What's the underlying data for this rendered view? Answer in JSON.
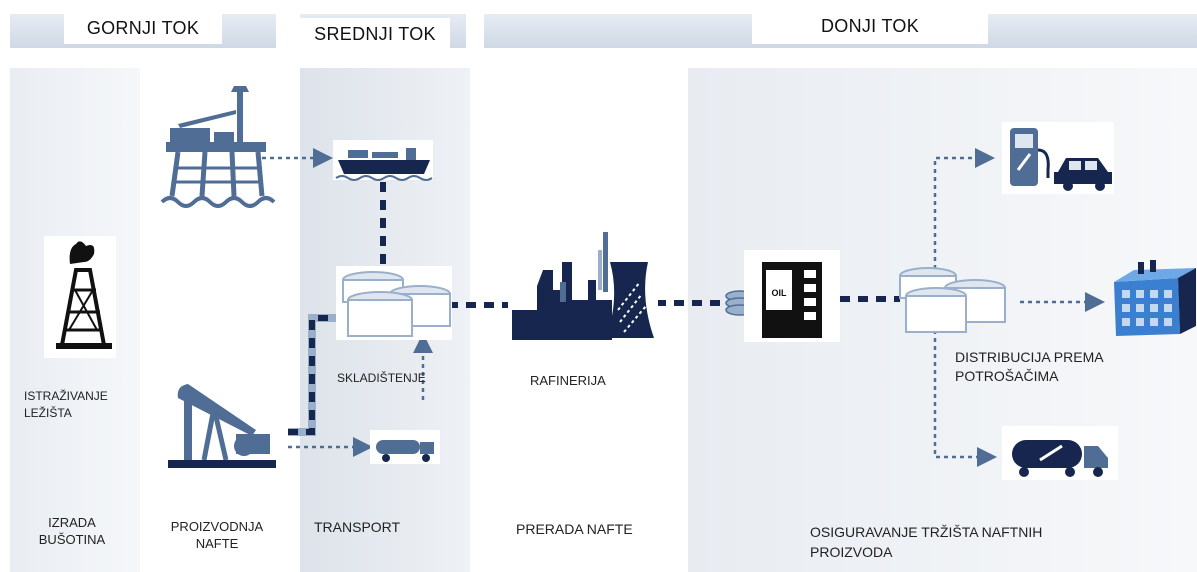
{
  "header": {
    "upstream": "GORNJI TOK",
    "midstream": "SREDNJI TOK",
    "downstream": "DONJI TOK"
  },
  "labels": {
    "exploration": "ISTRAŽIVANJE LEŽIŠTA",
    "storage": "SKLADIŠTENJE",
    "refinery": "RAFINERIJA",
    "distribution": "DISTRIBUCIJA PREMA POTROŠAČIMA",
    "oil_label": "OIL"
  },
  "stages": {
    "drilling": "IZRADA BUŠOTINA",
    "production": "PROIZVODNJA NAFTE",
    "transport": "TRANSPORT",
    "processing": "PRERADA NAFTE",
    "market": "OSIGURAVANJE TRŽIŠTA NAFTNIH PROIZVODA"
  },
  "colors": {
    "navy": "#17264f",
    "steel": "#4f6d95",
    "light_steel": "#9ab0ca",
    "panel": "#eef1f5"
  }
}
